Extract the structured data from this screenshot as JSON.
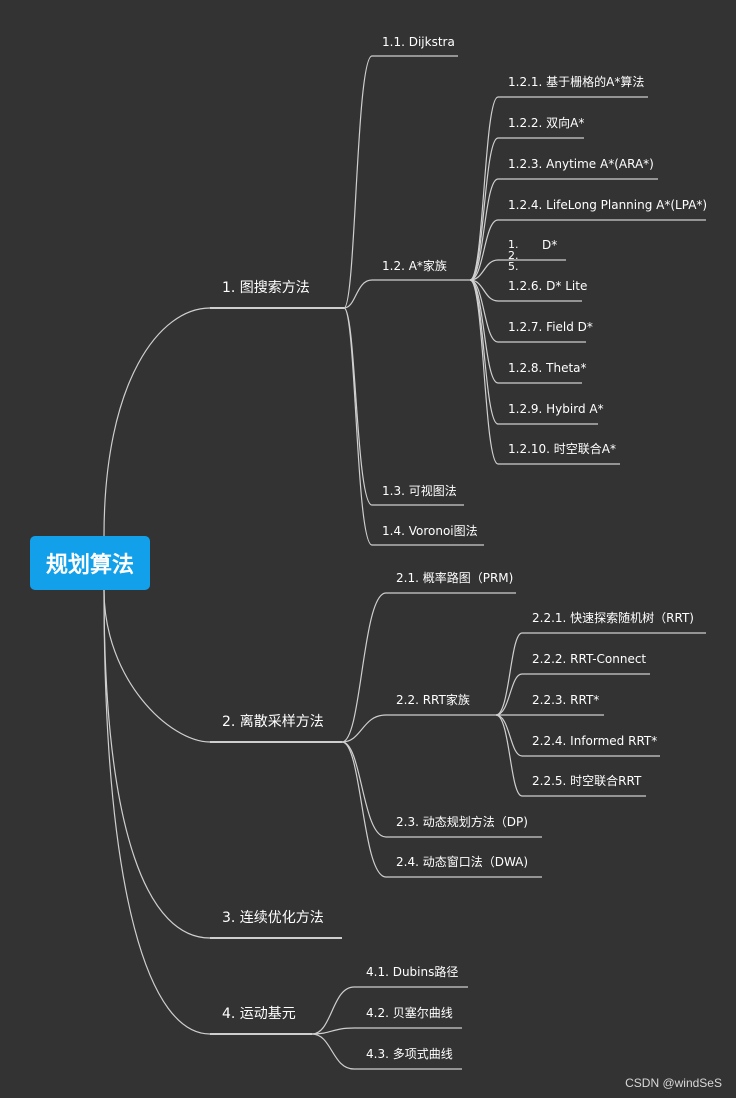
{
  "root": {
    "label": "规划算法"
  },
  "branches": [
    {
      "label": "1. 图搜索方法",
      "children": [
        {
          "label": "1.1. Dijkstra"
        },
        {
          "label": "1.2. A*家族",
          "children": [
            {
              "label": "1.2.1. 基于栅格的A*算法"
            },
            {
              "label": "1.2.2. 双向A*"
            },
            {
              "label": "1.2.3. Anytime A*(ARA*)"
            },
            {
              "label": "1.2.4. LifeLong Planning A*(LPA*)"
            },
            {
              "label": "1. 2. 5.",
              "suffix": "D*"
            },
            {
              "label": "1.2.6. D* Lite"
            },
            {
              "label": "1.2.7. Field D*"
            },
            {
              "label": "1.2.8. Theta*"
            },
            {
              "label": "1.2.9. Hybird A*"
            },
            {
              "label": "1.2.10. 时空联合A*"
            }
          ]
        },
        {
          "label": "1.3. 可视图法"
        },
        {
          "label": "1.4. Voronoi图法"
        }
      ]
    },
    {
      "label": "2. 离散采样方法",
      "children": [
        {
          "label": "2.1. 概率路图（PRM)"
        },
        {
          "label": "2.2. RRT家族",
          "children": [
            {
              "label": "2.2.1. 快速探索随机树（RRT)"
            },
            {
              "label": "2.2.2. RRT-Connect"
            },
            {
              "label": "2.2.3. RRT*"
            },
            {
              "label": "2.2.4. Informed RRT*"
            },
            {
              "label": "2.2.5. 时空联合RRT"
            }
          ]
        },
        {
          "label": "2.3. 动态规划方法（DP)"
        },
        {
          "label": "2.4. 动态窗口法（DWA)"
        }
      ]
    },
    {
      "label": "3. 连续优化方法"
    },
    {
      "label": "4. 运动基元",
      "children": [
        {
          "label": "4.1. Dubins路径"
        },
        {
          "label": "4.2. 贝塞尔曲线"
        },
        {
          "label": "4.3. 多项式曲线"
        }
      ]
    }
  ],
  "watermark": "CSDN @windSeS",
  "colors": {
    "background": "#333333",
    "root": "#12a0ea",
    "line": "#c8c8c8",
    "text": "#ffffff"
  }
}
